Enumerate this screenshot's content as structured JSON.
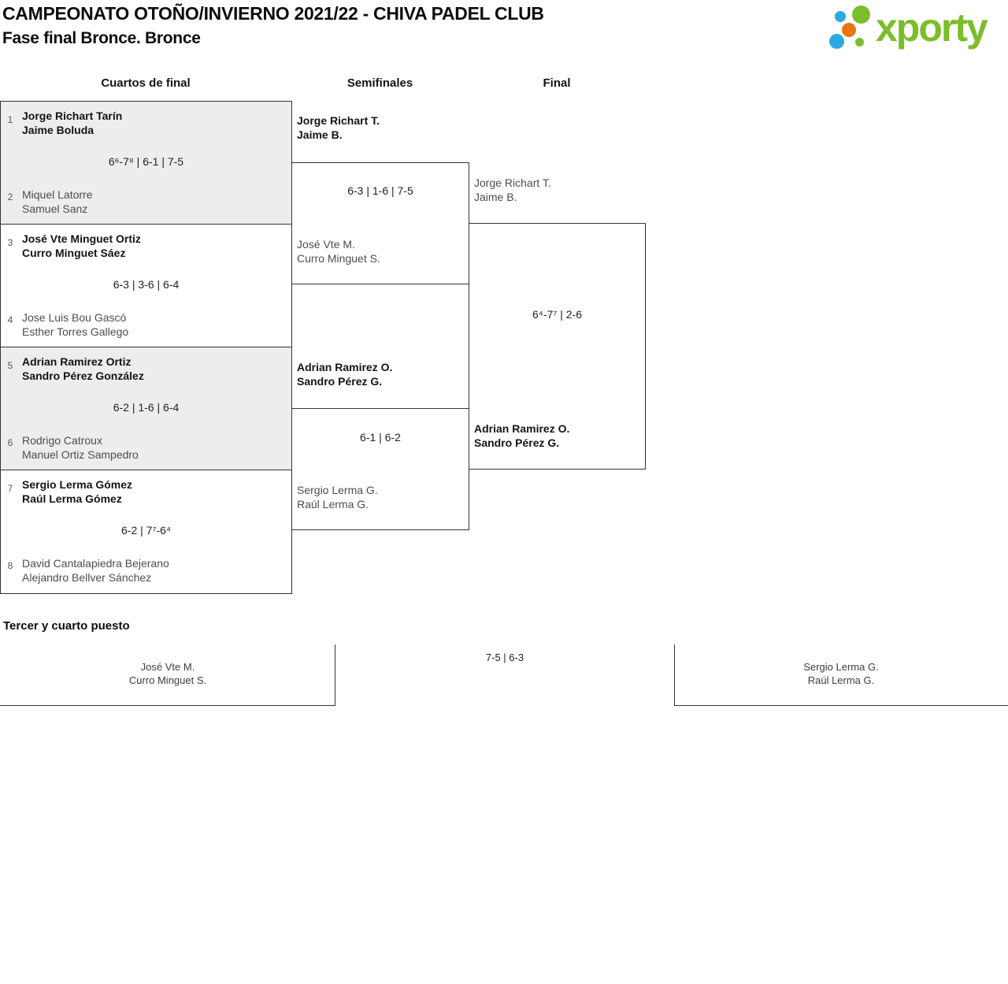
{
  "header": {
    "title": "CAMPEONATO OTOÑO/INVIERNO 2021/22 - CHIVA PADEL CLUB",
    "subtitle": "Fase final Bronce. Bronce"
  },
  "logo": {
    "text": "xporty",
    "green": "#7bbd2a",
    "blue": "#2ba9e0",
    "orange": "#e87511"
  },
  "columns": {
    "quarterfinals": "Cuartos de final",
    "semifinals": "Semifinales",
    "final_col": "Final"
  },
  "bracket": {
    "quarterfinals": [
      {
        "top_seed": "1",
        "top": [
          "Jorge Richart Tarín",
          "Jaime Boluda"
        ],
        "score": "6⁶-7⁸ | 6-1 | 7-5",
        "bottom_seed": "2",
        "bottom": [
          "Miquel Latorre",
          "Samuel Sanz"
        ],
        "winner": "top"
      },
      {
        "top_seed": "3",
        "top": [
          "José Vte Minguet Ortiz",
          "Curro Minguet Sáez"
        ],
        "score": "6-3 | 3-6 | 6-4",
        "bottom_seed": "4",
        "bottom": [
          "Jose Luis Bou Gascó",
          "Esther Torres Gallego"
        ],
        "winner": "top"
      },
      {
        "top_seed": "5",
        "top": [
          "Adrian Ramirez Ortiz",
          "Sandro Pérez González"
        ],
        "score": "6-2 | 1-6 | 6-4",
        "bottom_seed": "6",
        "bottom": [
          "Rodrigo Catroux",
          "Manuel Ortiz Sampedro"
        ],
        "winner": "top"
      },
      {
        "top_seed": "7",
        "top": [
          "Sergio Lerma Gómez",
          "Raúl Lerma Gómez"
        ],
        "score": "6-2 | 7⁷-6⁴",
        "bottom_seed": "8",
        "bottom": [
          "David Cantalapiedra Bejerano",
          "Alejandro Bellver Sánchez"
        ],
        "winner": "top"
      }
    ],
    "semifinals": [
      {
        "top": [
          "Jorge Richart T.",
          "Jaime B."
        ],
        "score": "6-3 | 1-6 | 7-5",
        "bottom": [
          "José Vte M.",
          "Curro Minguet S."
        ],
        "winner": "top"
      },
      {
        "top": [
          "Adrian Ramirez O.",
          "Sandro Pérez G."
        ],
        "score": "6-1 | 6-2",
        "bottom": [
          "Sergio Lerma G.",
          "Raúl Lerma G."
        ],
        "winner": "top"
      }
    ],
    "final_match": {
      "top": [
        "Jorge Richart T.",
        "Jaime B."
      ],
      "score": "6⁴-7⁷ | 2-6",
      "bottom": [
        "Adrian Ramirez O.",
        "Sandro Pérez G."
      ],
      "winner": "bottom"
    }
  },
  "third_place": {
    "title": "Tercer y cuarto puesto",
    "left_team": [
      "José Vte M.",
      "Curro Minguet S."
    ],
    "score": "7-5 | 6-3",
    "right_team": [
      "Sergio Lerma G.",
      "Raúl Lerma G."
    ]
  }
}
